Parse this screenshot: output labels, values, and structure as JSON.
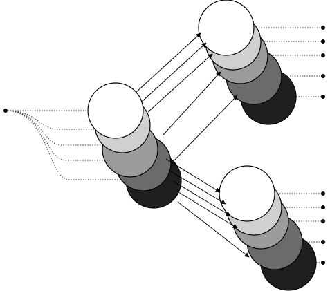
{
  "diagram": {
    "background": "#ffffff",
    "circle_stroke": "#000000",
    "layer_fills": [
      "#1f1f1f",
      "#6b6b6b",
      "#9c9c9c",
      "#d0d0d0",
      "#ffffff"
    ],
    "links": {
      "source_to_center": "dotted",
      "center_to_groups": "solid-arrow",
      "groups_to_outputs": "dotted"
    }
  }
}
